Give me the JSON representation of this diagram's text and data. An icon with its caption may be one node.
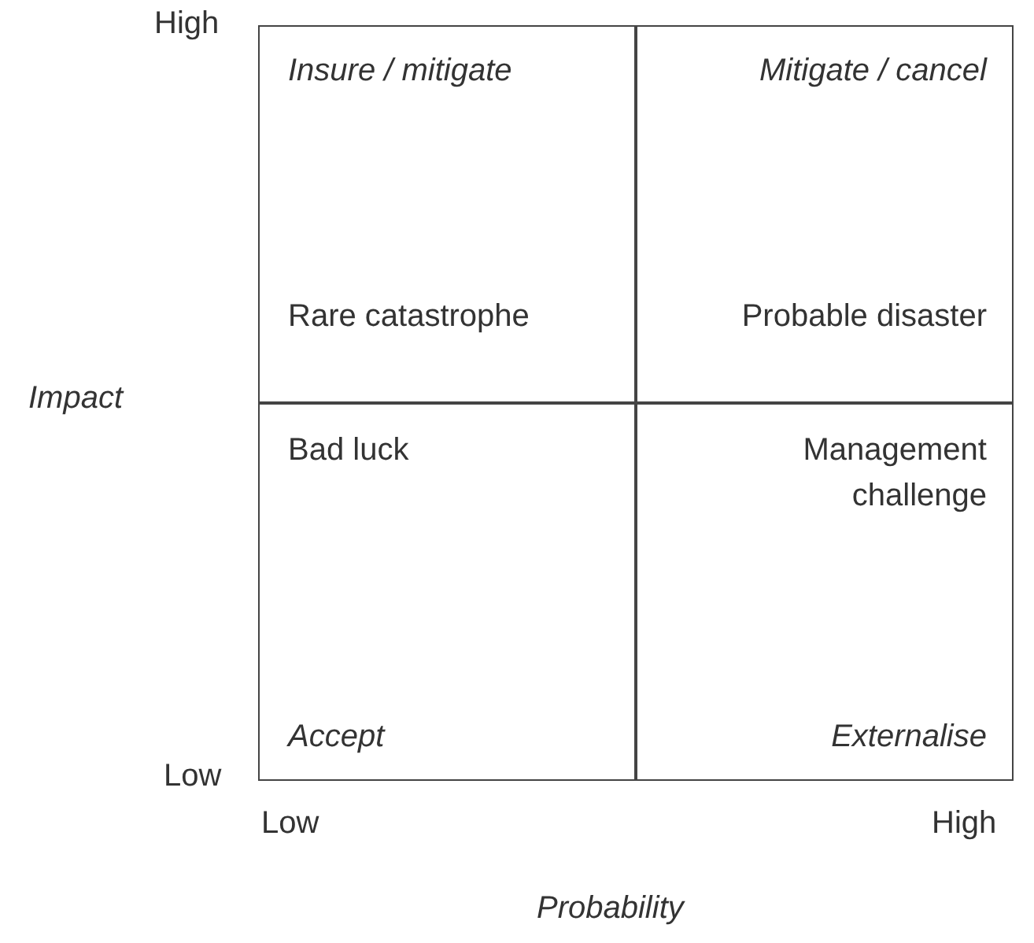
{
  "diagram": {
    "nodes": [
      {
        "text": [
          "Insure / mitigate",
          "Rare catastrophe"
        ]
      },
      {
        "text": [
          "Mitigate / cancel",
          "Probable disaster"
        ]
      },
      {
        "text": [
          "Bad luck",
          "Accept"
        ]
      },
      {
        "text": [
          "Management challenge",
          "Externalise"
        ]
      }
    ],
    "edges": [],
    "labels": [
      "High",
      "Impact",
      "Low",
      "Low",
      "High",
      "Probability"
    ]
  }
}
